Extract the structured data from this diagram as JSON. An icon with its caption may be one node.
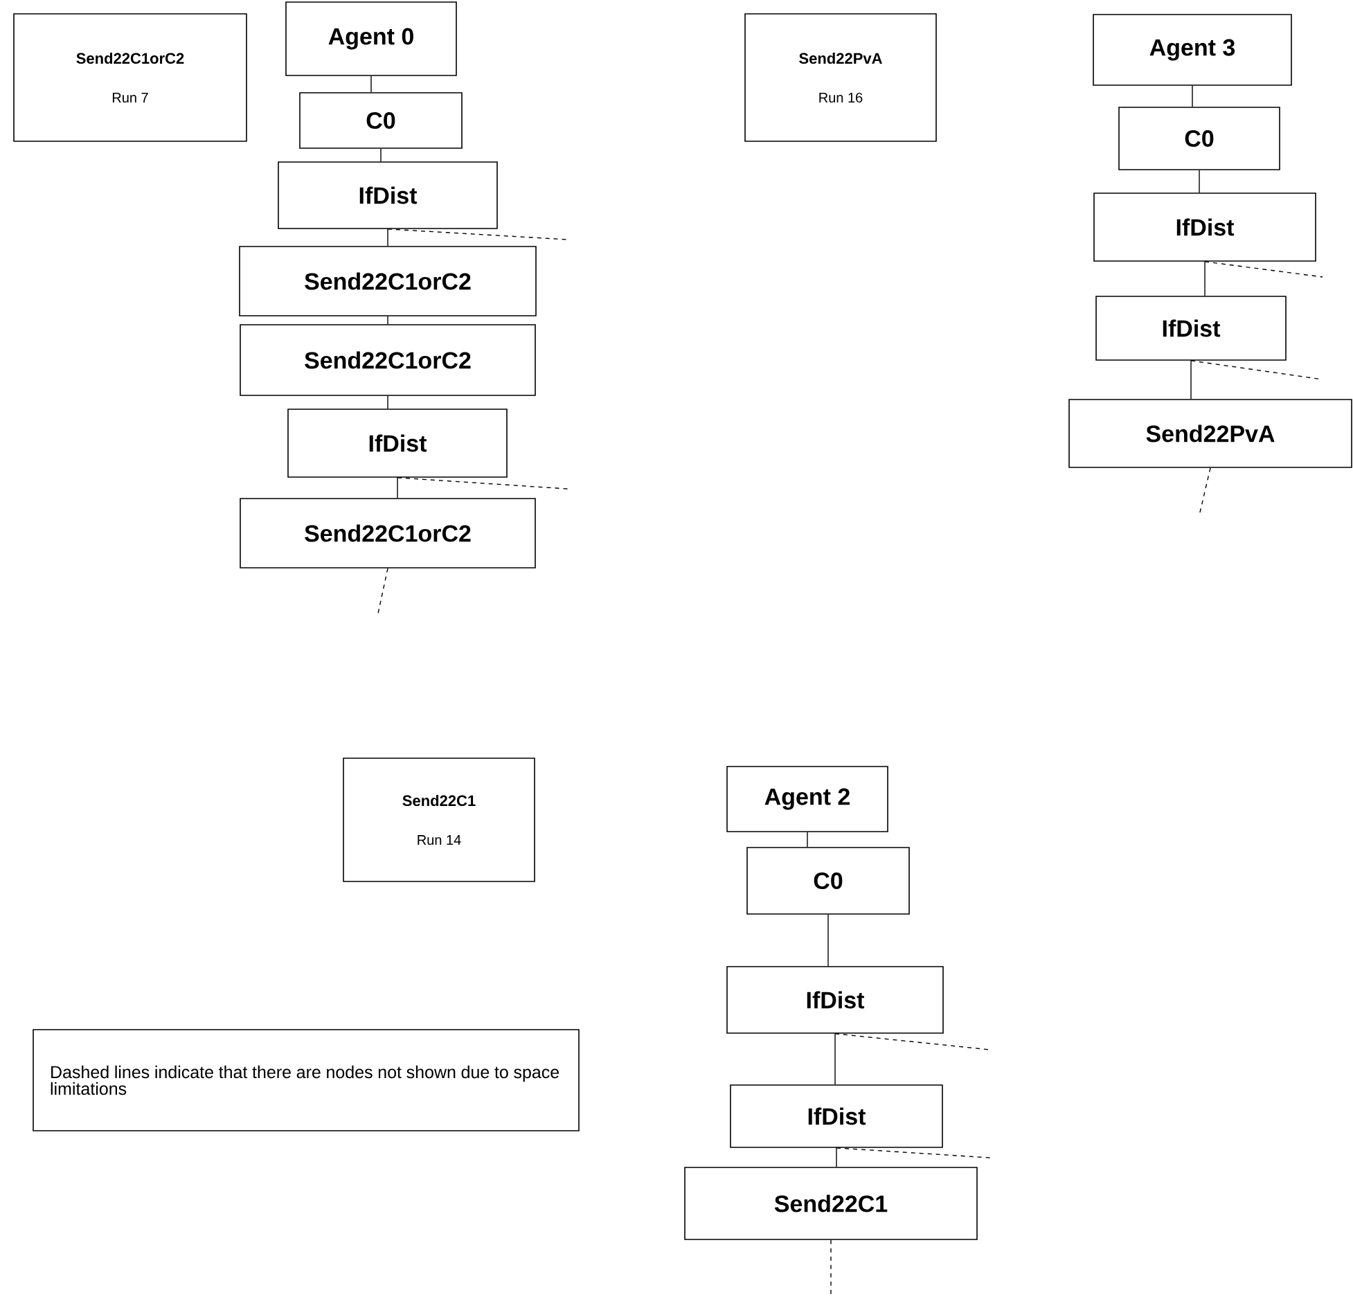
{
  "diagram": {
    "nodes": [
      {
        "text": [
          "Send22C1orC2",
          "Run 7"
        ]
      },
      {
        "text": [
          "Agent 0"
        ]
      },
      {
        "text": [
          "C0"
        ]
      },
      {
        "text": [
          "IfDist"
        ]
      },
      {
        "text": [
          "Send22C1orC2"
        ]
      },
      {
        "text": [
          "Send22C1orC2"
        ]
      },
      {
        "text": [
          "IfDist"
        ]
      },
      {
        "text": [
          "Send22C1orC2"
        ]
      },
      {
        "text": [
          "Send22PvA",
          "Run 16"
        ]
      },
      {
        "text": [
          "Agent 3"
        ]
      },
      {
        "text": [
          "C0"
        ]
      },
      {
        "text": [
          "IfDist"
        ]
      },
      {
        "text": [
          "IfDist"
        ]
      },
      {
        "text": [
          "Send22PvA"
        ]
      },
      {
        "text": [
          "Send22C1",
          "Run 14"
        ]
      },
      {
        "text": [
          "Agent 2"
        ]
      },
      {
        "text": [
          "C0"
        ]
      },
      {
        "text": [
          "IfDist"
        ]
      },
      {
        "text": [
          "IfDist"
        ]
      },
      {
        "text": [
          "Send22C1"
        ]
      },
      {
        "text": [
          "Dashed lines indicate that there are nodes not shown due to space limitations"
        ]
      }
    ],
    "edges": [
      {
        "from": 1,
        "to": 2,
        "arrow": "none"
      },
      {
        "from": 2,
        "to": 3,
        "arrow": "none"
      },
      {
        "from": 3,
        "to": 4,
        "arrow": "none"
      },
      {
        "from": 4,
        "to": 5,
        "arrow": "none"
      },
      {
        "from": 5,
        "to": 6,
        "arrow": "none"
      },
      {
        "from": 6,
        "to": 7,
        "arrow": "none"
      },
      {
        "from": 3,
        "to": null,
        "arrow": "none",
        "style": "dashed"
      },
      {
        "from": 6,
        "to": null,
        "arrow": "none",
        "style": "dashed"
      },
      {
        "from": 7,
        "to": null,
        "arrow": "none",
        "style": "dashed"
      },
      {
        "from": 9,
        "to": 10,
        "arrow": "none"
      },
      {
        "from": 10,
        "to": 11,
        "arrow": "none"
      },
      {
        "from": 11,
        "to": 12,
        "arrow": "none"
      },
      {
        "from": 12,
        "to": 13,
        "arrow": "none"
      },
      {
        "from": 11,
        "to": null,
        "arrow": "none",
        "style": "dashed"
      },
      {
        "from": 12,
        "to": null,
        "arrow": "none",
        "style": "dashed"
      },
      {
        "from": 13,
        "to": null,
        "arrow": "none",
        "style": "dashed"
      },
      {
        "from": 15,
        "to": 16,
        "arrow": "none"
      },
      {
        "from": 16,
        "to": 17,
        "arrow": "none"
      },
      {
        "from": 17,
        "to": 18,
        "arrow": "none"
      },
      {
        "from": 18,
        "to": 19,
        "arrow": "none"
      },
      {
        "from": 17,
        "to": null,
        "arrow": "none",
        "style": "dashed"
      },
      {
        "from": 18,
        "to": null,
        "arrow": "none",
        "style": "dashed"
      },
      {
        "from": 19,
        "to": null,
        "arrow": "none",
        "style": "dashed"
      }
    ]
  }
}
